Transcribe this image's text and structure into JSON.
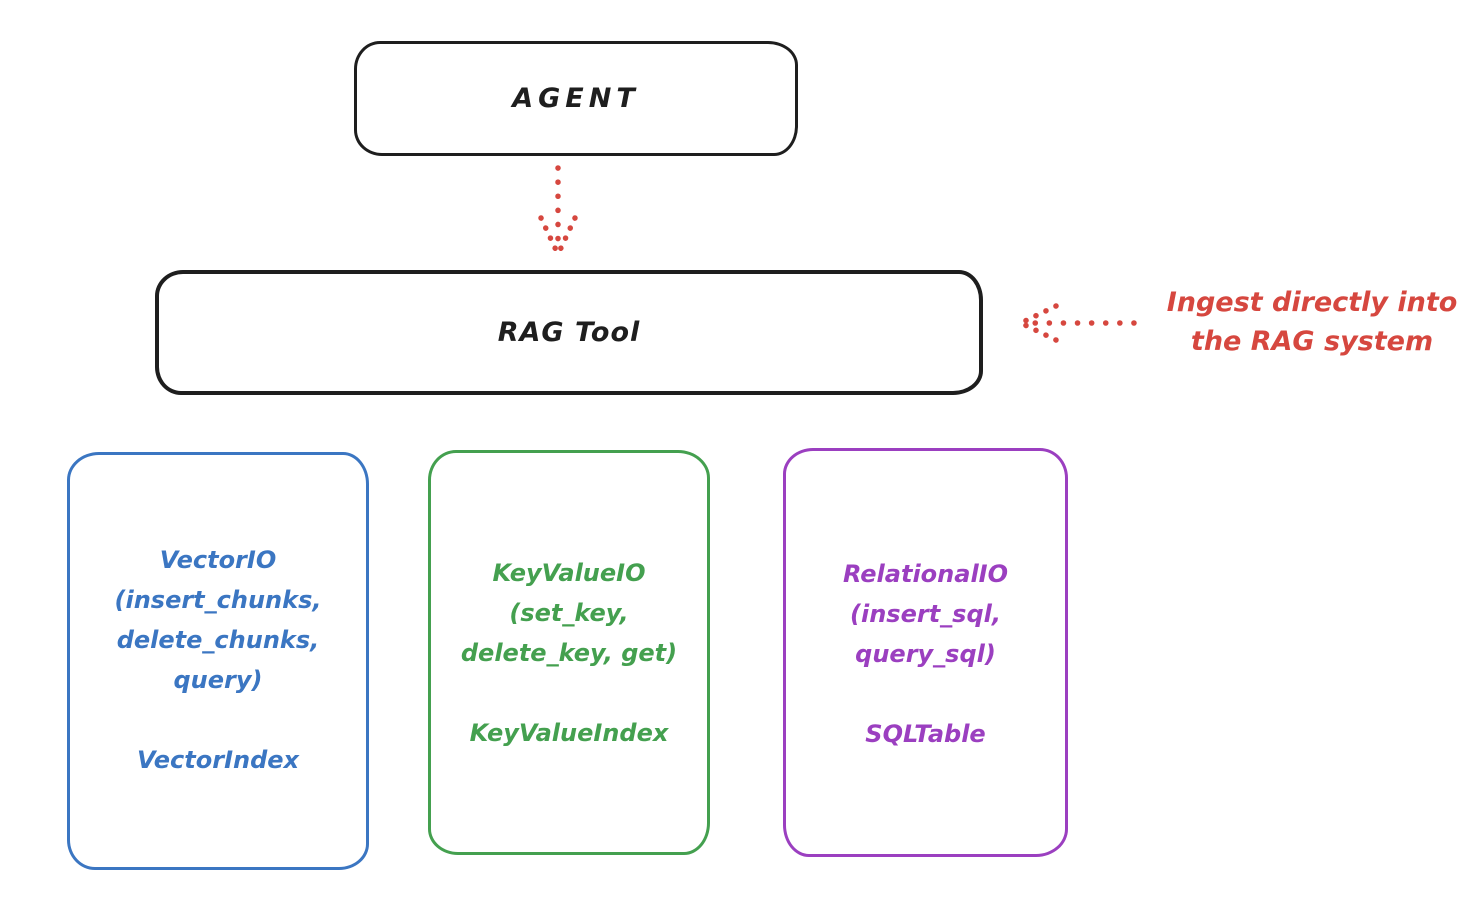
{
  "nodes": {
    "agent": {
      "label": "AGENT"
    },
    "rag_tool": {
      "label": "RAG Tool"
    }
  },
  "annotation": {
    "line1": "Ingest directly into",
    "line2": "the RAG system"
  },
  "storage_boxes": [
    {
      "id": "vector-io",
      "lines": [
        "VectorIO",
        "(insert_chunks,",
        "delete_chunks,",
        "query)"
      ],
      "index": "VectorIndex",
      "color": "#3b76c2"
    },
    {
      "id": "key-value-io",
      "lines": [
        "KeyValueIO",
        "(set_key,",
        "delete_key, get)"
      ],
      "index": "KeyValueIndex",
      "color": "#44a04f"
    },
    {
      "id": "relational-io",
      "lines": [
        "RelationalIO",
        "(insert_sql,",
        "query_sql)"
      ],
      "index": "SQLTable",
      "color": "#9b3fc0"
    }
  ],
  "colors": {
    "ink": "#1e1e1e",
    "accent_red": "#d6473f",
    "vector_blue": "#3b76c2",
    "keyvalue_green": "#44a04f",
    "relational_purple": "#9b3fc0"
  }
}
